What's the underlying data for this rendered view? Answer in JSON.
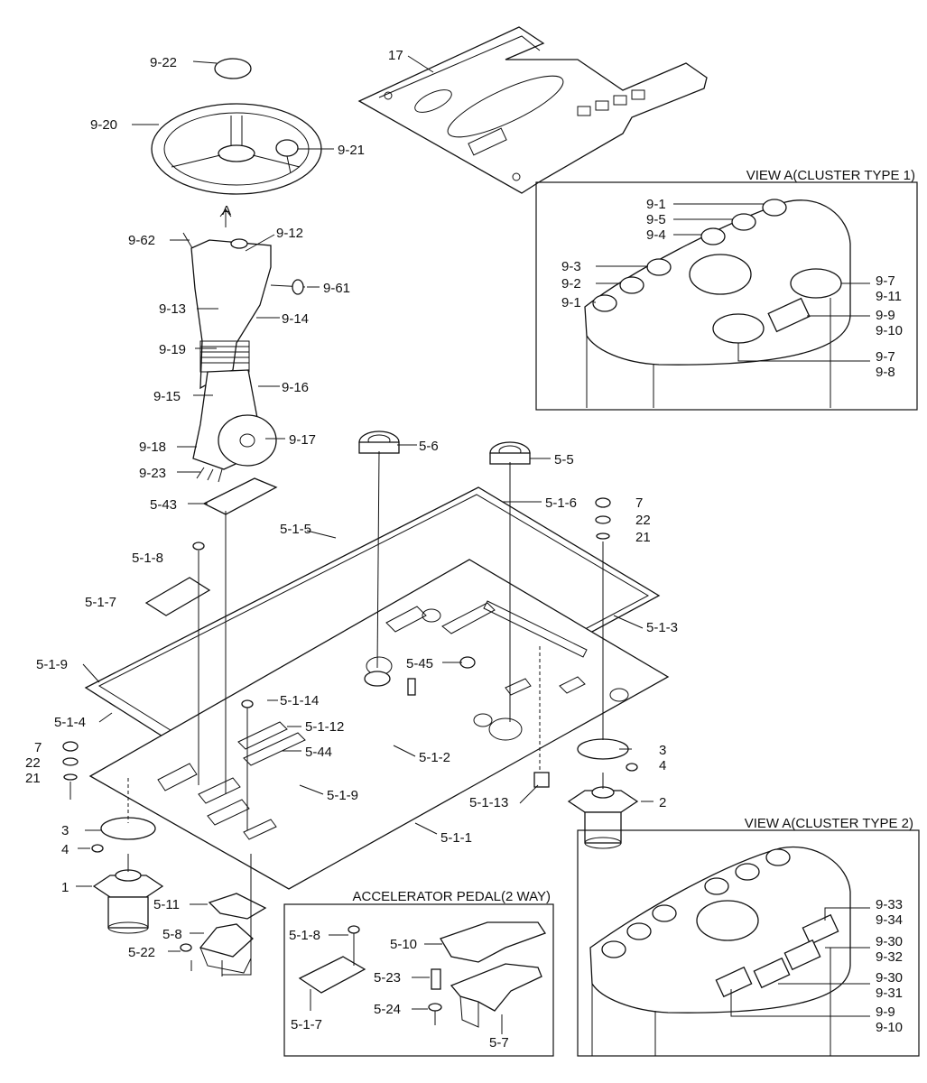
{
  "views": {
    "cluster1": "VIEW A(CLUSTER TYPE 1)",
    "cluster2": "VIEW A(CLUSTER TYPE 2)",
    "pedal": "ACCELERATOR PEDAL(2 WAY)",
    "arrow": "A"
  },
  "labels": [
    "9-22",
    "9-20",
    "9-21",
    "17",
    "9-62",
    "9-12",
    "9-61",
    "9-13",
    "9-14",
    "9-19",
    "9-15",
    "9-16",
    "9-18",
    "9-17",
    "9-23",
    "5-43",
    "5-6",
    "5-5",
    "5-1-6",
    "7",
    "22",
    "21",
    "5-1-5",
    "5-1-8",
    "5-1-7",
    "5-1-3",
    "5-1-9",
    "5-45",
    "5-1-14",
    "5-1-4",
    "7",
    "22",
    "21",
    "5-1-12",
    "5-44",
    "5-1-2",
    "3",
    "4",
    "5-1-9",
    "2",
    "5-1-13",
    "5-1-1",
    "3",
    "4",
    "1",
    "5-11",
    "5-8",
    "5-22",
    "9-1",
    "9-5",
    "9-4",
    "9-3",
    "9-2",
    "9-1",
    "9-7",
    "9-11",
    "9-9",
    "9-10",
    "9-7",
    "9-8",
    "5-1-8",
    "5-10",
    "5-23",
    "5-24",
    "5-1-7",
    "5-7",
    "9-33",
    "9-34",
    "9-30",
    "9-32",
    "9-30",
    "9-31",
    "9-9",
    "9-10"
  ]
}
